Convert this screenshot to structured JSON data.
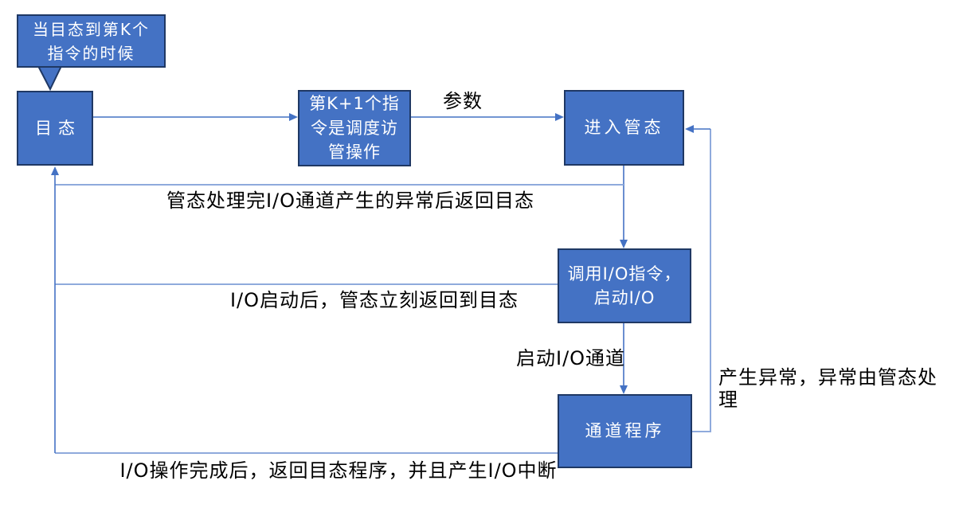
{
  "diagram": {
    "callout": {
      "text": "当目态到第K个\n指令的时候"
    },
    "boxes": {
      "user_mode": {
        "label": "目态"
      },
      "k1_instruction": {
        "label": "第K+1个指\n令是调度访\n管操作"
      },
      "enter_supervisor": {
        "label": "进入管态"
      },
      "invoke_io": {
        "label": "调用I/O指令，\n启动I/O"
      },
      "channel_program": {
        "label": "通道程序"
      }
    },
    "edge_labels": {
      "params": "参数",
      "start_io_channel": "启动I/O通道",
      "exception_handled": "产生异常，异常由管态处\n理",
      "return_after_exception": "管态处理完I/O通道产生的异常后返回目态",
      "return_after_io_start": "I/O启动后，管态立刻返回到目态",
      "return_after_io_complete": "I/O操作完成后，返回目态程序，并且产生I/O中断"
    },
    "colors": {
      "box_fill": "#4472C4",
      "box_border": "#1F3864",
      "arrow_dark": "#4472C4",
      "line_light": "#8FAADC",
      "box_text": "#FFFFFF",
      "label_text": "#000000"
    }
  }
}
